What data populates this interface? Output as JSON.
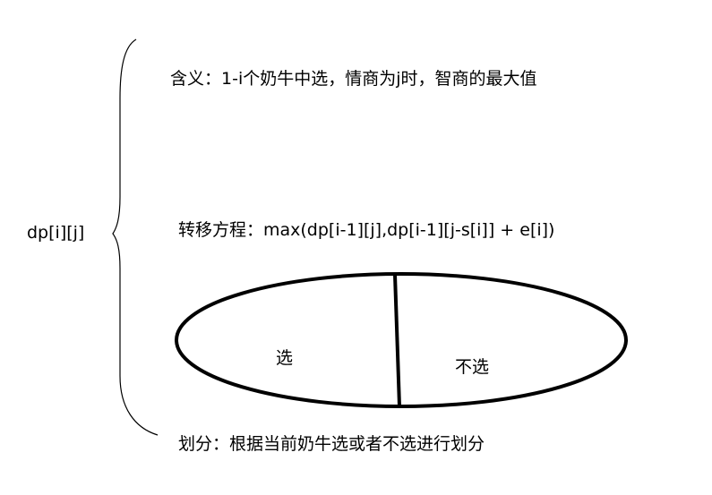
{
  "diagram": {
    "state_variable": "dp[i][j]",
    "meaning": "含义：1-i个奶牛中选，情商为j时，智商的最大值",
    "transition": "转移方程：max(dp[i-1][j],dp[i-1][j-s[i]] + e[i])",
    "partition_left": "选",
    "partition_right": "不选",
    "partition_note": "划分：根据当前奶牛选或者不选进行划分"
  },
  "colors": {
    "background": "#ffffff",
    "ink": "#000000"
  }
}
